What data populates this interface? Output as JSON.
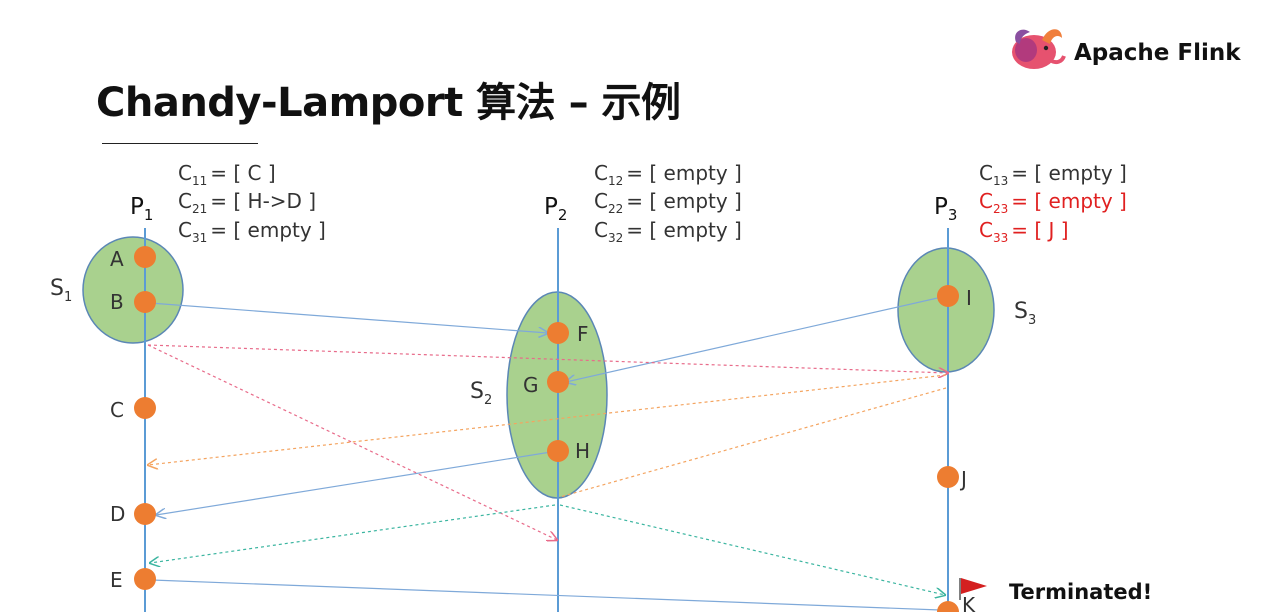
{
  "title": "Chandy-Lamport 算法 – 示例",
  "brand": {
    "name": "Apache Flink",
    "logo_icon": "flink-squirrel-logo"
  },
  "processes": [
    {
      "label": "P",
      "sub": "1",
      "states": [
        {
          "name": "C",
          "sub": "11",
          "value": "= [ C ]",
          "color": "#333333"
        },
        {
          "name": "C",
          "sub": "21",
          "value": "= [ H->D ]",
          "color": "#333333"
        },
        {
          "name": "C",
          "sub": "31",
          "value": "= [ empty ]",
          "color": "#333333"
        }
      ]
    },
    {
      "label": "P",
      "sub": "2",
      "states": [
        {
          "name": "C",
          "sub": "12",
          "value": "= [ empty ]",
          "color": "#333333"
        },
        {
          "name": "C",
          "sub": "22",
          "value": "= [ empty ]",
          "color": "#333333"
        },
        {
          "name": "C",
          "sub": "32",
          "value": "= [ empty ]",
          "color": "#333333"
        }
      ]
    },
    {
      "label": "P",
      "sub": "3",
      "states": [
        {
          "name": "C",
          "sub": "13",
          "value": "= [ empty ]",
          "color": "#333333"
        },
        {
          "name": "C",
          "sub": "23",
          "value": "= [ empty ]",
          "color": "#e02020"
        },
        {
          "name": "C",
          "sub": "33",
          "value": "= [ J ]",
          "color": "#e02020"
        }
      ]
    }
  ],
  "snapshots": [
    {
      "label": "S",
      "sub": "1"
    },
    {
      "label": "S",
      "sub": "2"
    },
    {
      "label": "S",
      "sub": "3"
    }
  ],
  "events": [
    "A",
    "B",
    "C",
    "D",
    "E",
    "F",
    "G",
    "H",
    "I",
    "J",
    "K"
  ],
  "status": {
    "text": "Terminated!",
    "icon": "red-flag-icon"
  },
  "colors": {
    "timeline": "#5b9bd5",
    "event": "#ed7d31",
    "snapshot_fill": "#a9d18e",
    "snapshot_stroke": "#5b87b5",
    "message": "#7fa9d9",
    "marker_red": "#e86b8a",
    "marker_orange": "#f4a460",
    "marker_teal": "#3bb5a0",
    "highlight": "#e02020",
    "flag": "#d42020"
  }
}
